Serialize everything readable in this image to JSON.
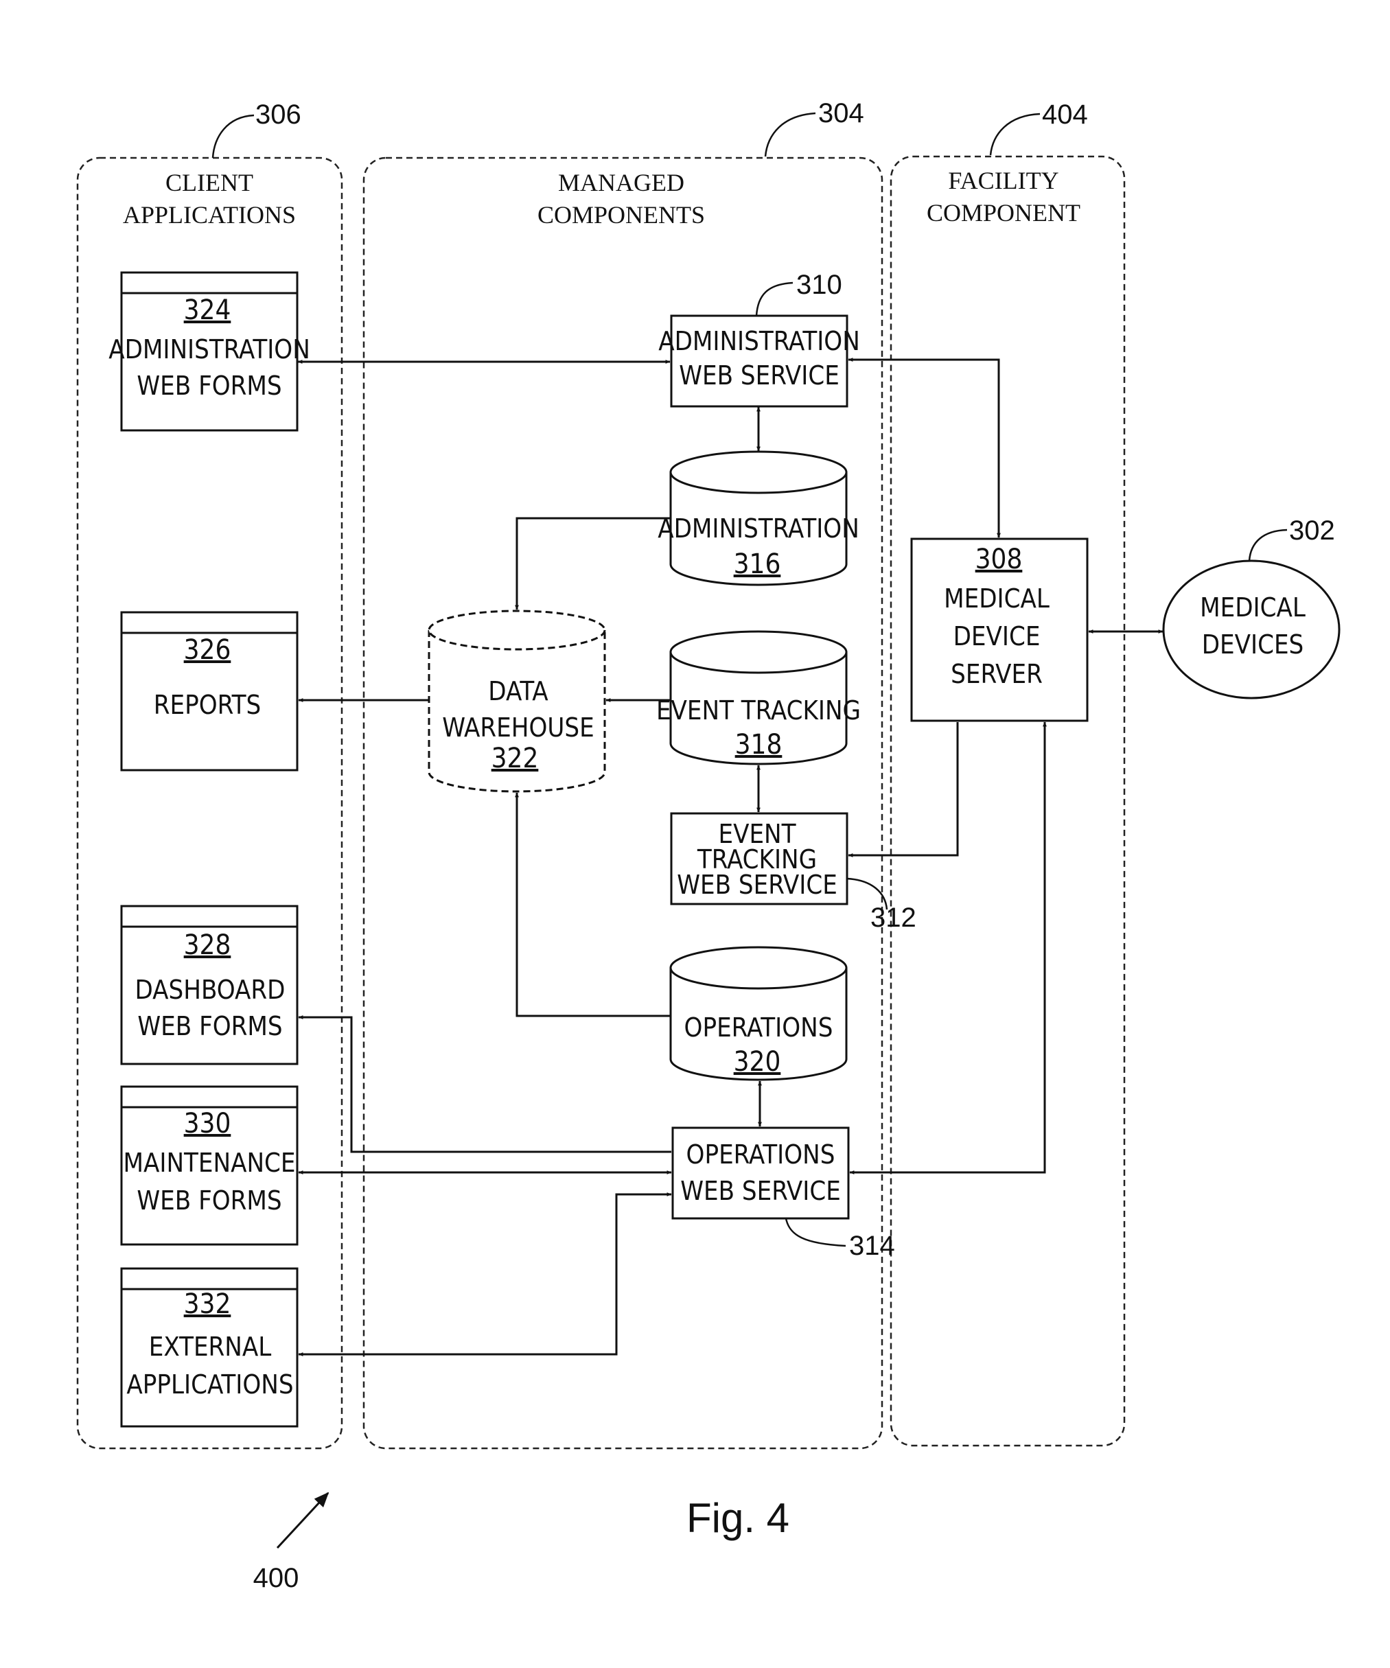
{
  "columns": {
    "client": {
      "title1": "CLIENT",
      "title2": "APPLICATIONS",
      "ref": "306"
    },
    "managed": {
      "title1": "MANAGED",
      "title2": "COMPONENTS",
      "ref": "304"
    },
    "facility": {
      "title1": "FACILITY",
      "title2": "COMPONENT",
      "ref": "404"
    }
  },
  "client_apps": [
    {
      "num": "324",
      "line1": "ADMINISTRATION",
      "line2": "WEB FORMS"
    },
    {
      "num": "326",
      "line1": "REPORTS",
      "line2": ""
    },
    {
      "num": "328",
      "line1": "DASHBOARD",
      "line2": "WEB FORMS"
    },
    {
      "num": "330",
      "line1": "MAINTENANCE",
      "line2": "WEB FORMS"
    },
    {
      "num": "332",
      "line1": "EXTERNAL",
      "line2": "APPLICATIONS"
    }
  ],
  "services": {
    "admin_ws": {
      "line1": "ADMINISTRATION",
      "line2": "WEB SERVICE",
      "ref": "310"
    },
    "event_ws": {
      "line1": "EVENT",
      "line2": "TRACKING",
      "line3": "WEB SERVICE",
      "ref": "312"
    },
    "ops_ws": {
      "line1": "OPERATIONS",
      "line2": "WEB SERVICE",
      "ref": "314"
    }
  },
  "databases": {
    "admin_db": {
      "label": "ADMINISTRATION",
      "num": "316"
    },
    "event_db": {
      "label": "EVENT TRACKING",
      "num": "318"
    },
    "ops_db": {
      "label": "OPERATIONS",
      "num": "320"
    },
    "warehouse": {
      "line1": "DATA",
      "line2": "WAREHOUSE",
      "num": "322"
    }
  },
  "server": {
    "num": "308",
    "line1": "MEDICAL",
    "line2": "DEVICE",
    "line3": "SERVER"
  },
  "devices": {
    "line1": "MEDICAL",
    "line2": "DEVICES",
    "ref": "302"
  },
  "figure": {
    "caption": "Fig. 4",
    "ref": "400"
  }
}
